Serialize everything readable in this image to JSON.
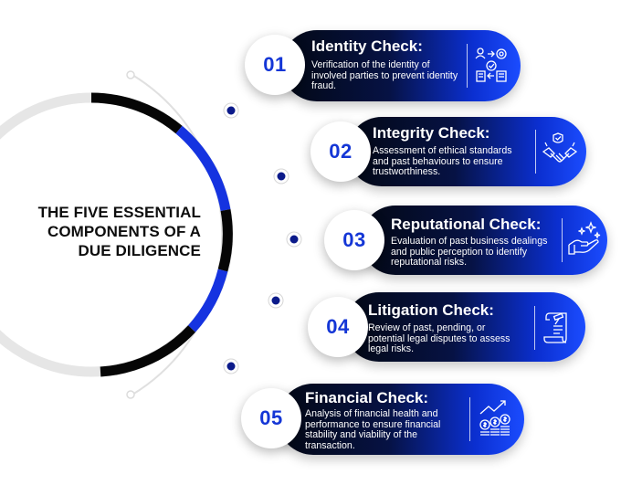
{
  "title": {
    "line1": "THE FIVE ESSENTIAL",
    "line2": "COMPONENTS OF A",
    "line3": "DUE DILIGENCE"
  },
  "colors": {
    "accent_blue": "#1436d6",
    "pill_dark": "#030814",
    "pill_bright": "#1b4cff",
    "arc_gray": "#dedede"
  },
  "components": [
    {
      "number": "01",
      "heading": "Identity Check:",
      "description": "Verification of the identity of involved parties to prevent identity fraud.",
      "icon": "identity-check-icon"
    },
    {
      "number": "02",
      "heading": "Integrity Check:",
      "description": "Assessment of ethical standards and past behaviours to ensure trustworthiness.",
      "icon": "handshake-icon"
    },
    {
      "number": "03",
      "heading": "Reputational Check:",
      "description": "Evaluation of past business dealings and public perception to identify reputational risks.",
      "icon": "hand-stars-icon"
    },
    {
      "number": "04",
      "heading": "Litigation Check:",
      "description": "Review of past, pending, or potential legal disputes to assess legal risks.",
      "icon": "legal-scroll-icon"
    },
    {
      "number": "05",
      "heading": "Financial Check:",
      "description": "Analysis of financial health and performance to ensure financial stability and viability of the transaction.",
      "icon": "financial-growth-icon"
    }
  ]
}
